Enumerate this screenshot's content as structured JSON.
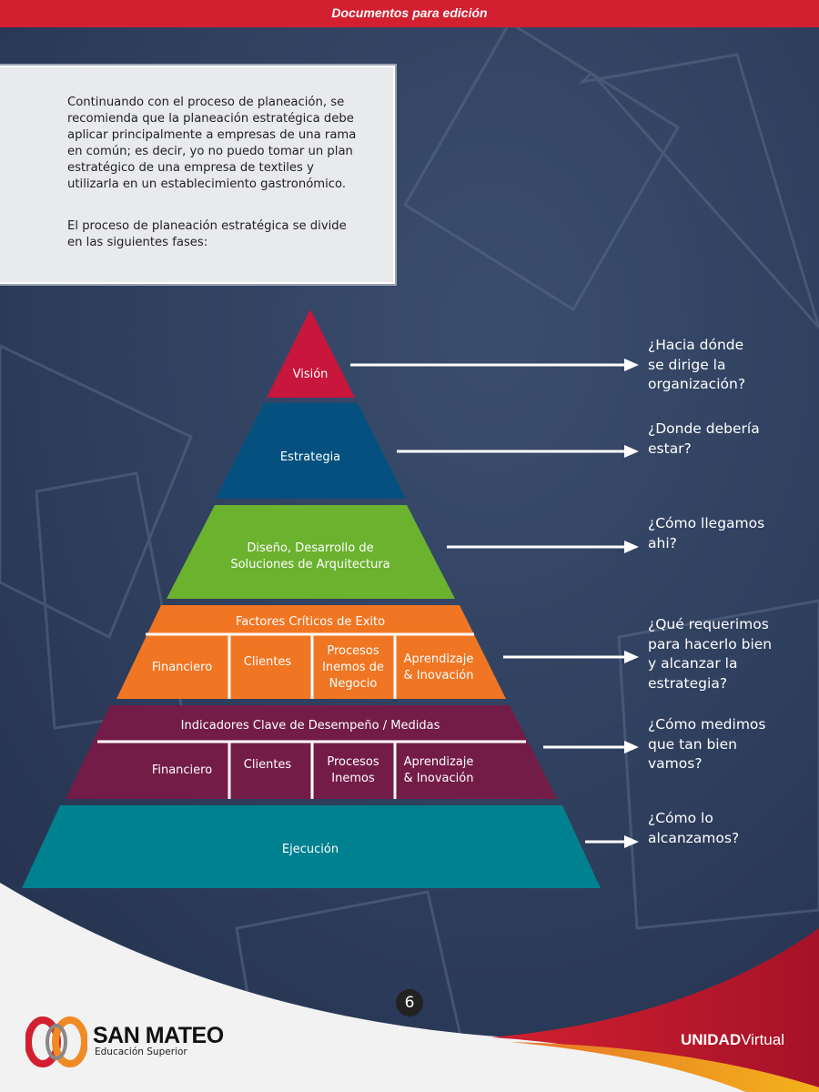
{
  "header": {
    "title": "Documentos para edición"
  },
  "intro": {
    "paragraphs": [
      "Continuando con el proceso de planeación, se recomienda que la planeación estratégica debe aplicar principalmente a empresas de una rama en común; es decir, yo no puedo tomar un plan estratégico de una empresa de textiles y utilizarla en un establecimiento gastronómico.",
      "El proceso de planeación estratégica se divide en las siguientes fases:"
    ]
  },
  "pyramid": {
    "vision": "Visión",
    "estrategia": "Estrategia",
    "diseno": [
      "Diseño, Desarrollo de",
      "Soluciones de Arquitectura"
    ],
    "factores": {
      "title": "Factores Críticos de Exito",
      "cells": [
        [
          "Financiero"
        ],
        [
          "Clientes"
        ],
        [
          "Procesos",
          "Inemos de",
          "Negocio"
        ],
        [
          "Aprendizaje",
          "& Inovación"
        ]
      ]
    },
    "indicadores": {
      "title": "Indicadores Clave de Desempeño / Medidas",
      "cells": [
        [
          "Financiero"
        ],
        [
          "Clientes"
        ],
        [
          "Procesos",
          "Inemos"
        ],
        [
          "Aprendizaje",
          "& Inovación"
        ]
      ]
    },
    "ejecucion": "Ejecución"
  },
  "questions": [
    [
      "¿Hacia dónde",
      "se dirige la",
      "organización?"
    ],
    [
      "¿Donde debería",
      "estar?"
    ],
    [
      "¿Cómo llegamos",
      "ahi?"
    ],
    [
      "¿Qué requerimos",
      "para hacerlo bien",
      "y alcanzar la",
      "estrategia?"
    ],
    [
      "¿Cómo medimos",
      "que tan bien",
      "vamos?"
    ],
    [
      "¿Cómo lo",
      "alcanzamos?"
    ]
  ],
  "footer": {
    "page": "6",
    "brand": "SAN MATEO",
    "brand_sub": "Educación Superior",
    "uv_bold": "UNIDAD",
    "uv_light": "Virtual"
  },
  "colors": {
    "vision": "#c8163c",
    "estrategia": "#04507f",
    "diseno": "#6bb22f",
    "factores": "#f07623",
    "indicadores": "#731c47",
    "ejecucion": "#008190",
    "red": "#d22030"
  }
}
